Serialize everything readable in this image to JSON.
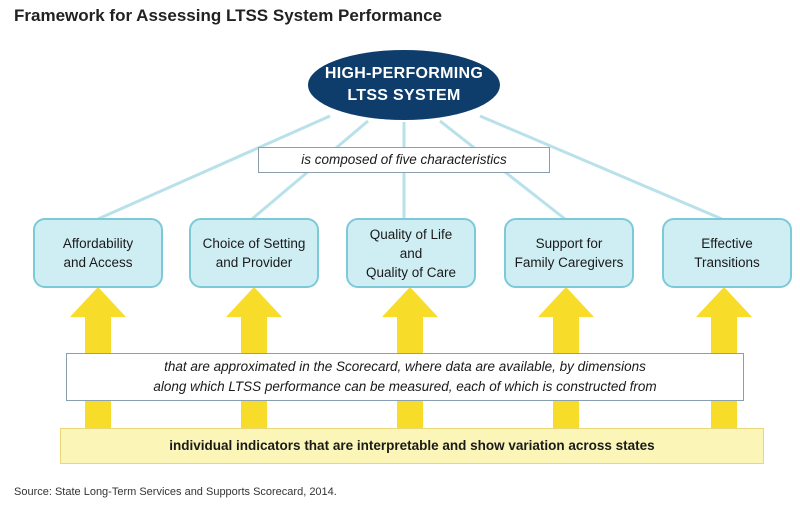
{
  "title": "Framework for Assessing LTSS System Performance",
  "top_node": {
    "line1": "HIGH-PERFORMING",
    "line2": "LTSS SYSTEM"
  },
  "composed_label": "is composed of five characteristics",
  "characteristics": [
    {
      "lines": [
        "Affordability",
        "and Access"
      ]
    },
    {
      "lines": [
        "Choice of Setting",
        "and Provider"
      ]
    },
    {
      "lines": [
        "Quality of Life",
        "and",
        "Quality of Care"
      ]
    },
    {
      "lines": [
        "Support for",
        "Family Caregivers"
      ]
    },
    {
      "lines": [
        "Effective",
        "Transitions"
      ]
    }
  ],
  "approximated_text": {
    "line1": "that are approximated in the Scorecard, where data are available, by dimensions",
    "line2": "along which LTSS performance can be measured, each of which is constructed from"
  },
  "indicators_text": "individual indicators that are interpretable and show variation across states",
  "source": "Source: State Long-Term Services and Supports Scorecard, 2014.",
  "colors": {
    "oval": "#0e3d6b",
    "card_fill": "#cfeef4",
    "card_border": "#7ccad8",
    "connector": "#b9e1ea",
    "arrow": "#f7dc2a",
    "indicator_fill": "#fbf5b7"
  }
}
